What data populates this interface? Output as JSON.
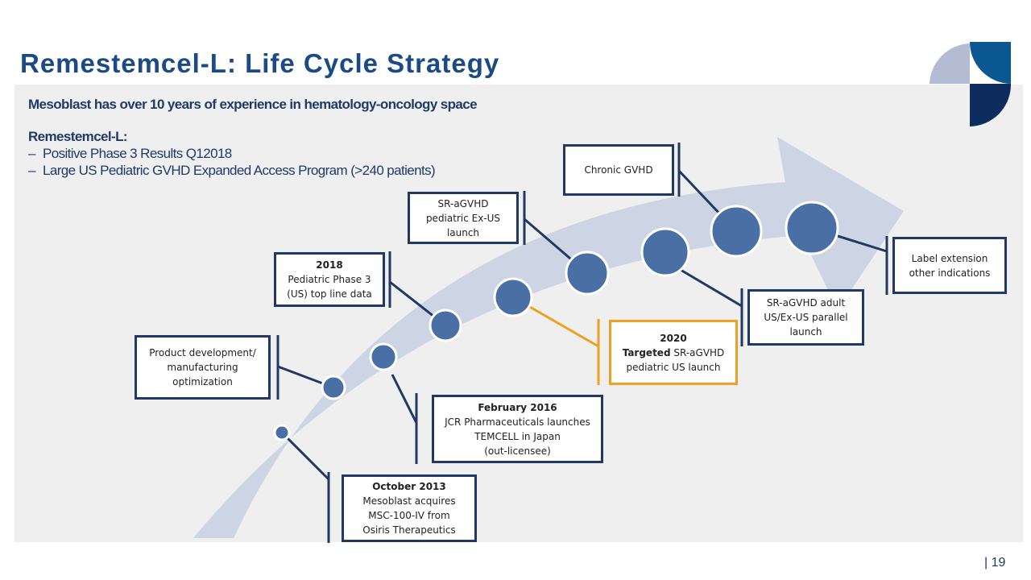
{
  "title": "Remestemcel-L: Life Cycle Strategy",
  "intro": {
    "headline": "Mesoblast has over 10 years of experience in hematology-oncology space",
    "subhead": "Remestemcel-L:",
    "bullets": [
      "Positive Phase 3 Results Q12018",
      "Large US Pediatric GVHD Expanded Access Program (>240 patients)"
    ]
  },
  "milestones": [
    {
      "bold": "October 2013",
      "text": [
        "Mesoblast acquires",
        "MSC-100-IV from",
        "Osiris Therapeutics"
      ]
    },
    {
      "bold": "",
      "text": [
        "Product development/",
        "manufacturing",
        "optimization"
      ]
    },
    {
      "bold": "February 2016",
      "text": [
        "JCR Pharmaceuticals launches",
        "TEMCELL in Japan",
        "(out-licensee)"
      ]
    },
    {
      "bold": "2018",
      "text": [
        "Pediatric Phase 3",
        "(US) top line data"
      ]
    },
    {
      "bold": "2020",
      "inline_bold": "Targeted",
      "text": [
        "SR-aGVHD",
        "pediatric US launch"
      ]
    },
    {
      "bold": "",
      "text": [
        "SR-aGVHD",
        "pediatric Ex-US",
        "launch"
      ]
    },
    {
      "bold": "",
      "text": [
        "SR-aGVHD adult",
        "US/Ex-US parallel",
        "launch"
      ]
    },
    {
      "bold": "",
      "text": [
        "Chronic GVHD"
      ]
    },
    {
      "bold": "",
      "text": [
        "Label extension",
        "other indications"
      ]
    }
  ],
  "page_number": "| 19",
  "colors": {
    "title": "#1b4a85",
    "navy": "#1f3864",
    "node": "#4a6fa5",
    "arrow": "#cdd5e4",
    "highlight": "#f0a020"
  }
}
